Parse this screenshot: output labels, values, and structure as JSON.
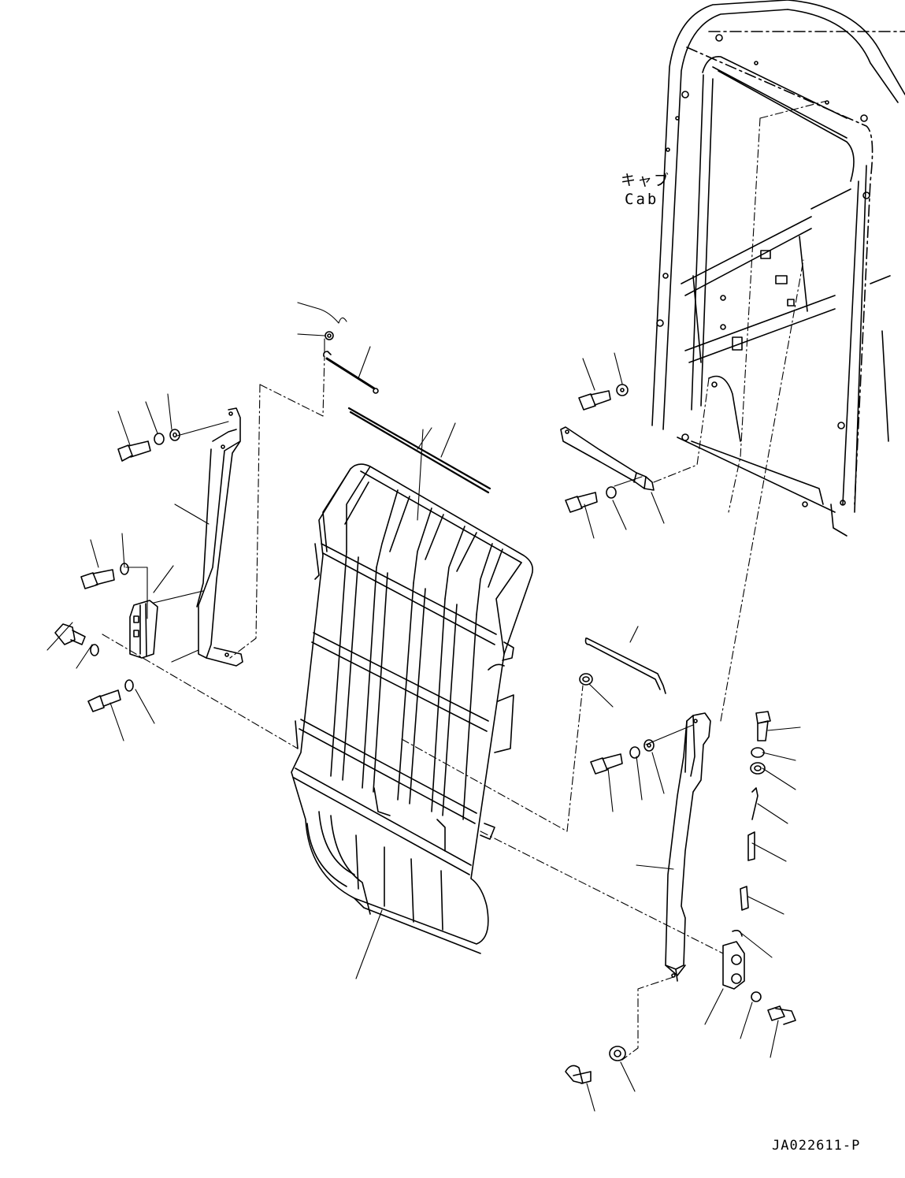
{
  "labels": {
    "cab_jp": "キャブ",
    "cab_en": "Cab",
    "drawing_number": "JA022611-P"
  },
  "colors": {
    "line": "#000000",
    "background": "#ffffff"
  }
}
